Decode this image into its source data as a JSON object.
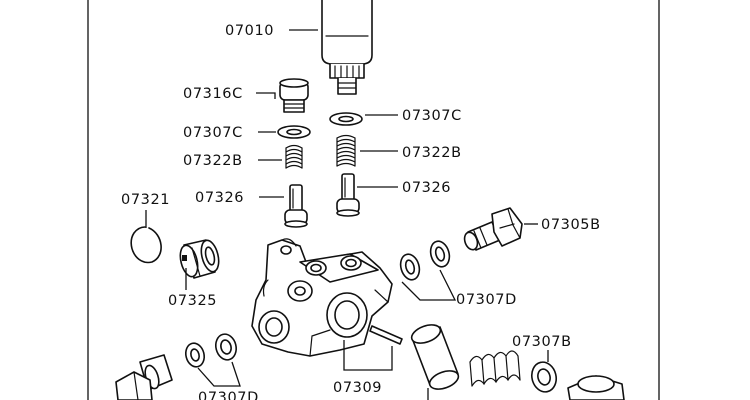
{
  "diagram": {
    "labels": {
      "p07010": "07010",
      "p07316C": "07316C",
      "p07307C_left": "07307C",
      "p07307C_right": "07307C",
      "p07322B_left": "07322B",
      "p07322B_right": "07322B",
      "p07326_left": "07326",
      "p07326_right": "07326",
      "p07321": "07321",
      "p07305B": "07305B",
      "p07325": "07325",
      "p07307D_right": "07307D",
      "p07307B": "07307B",
      "p07309": "07309",
      "p07307D_left": "07307D"
    }
  }
}
